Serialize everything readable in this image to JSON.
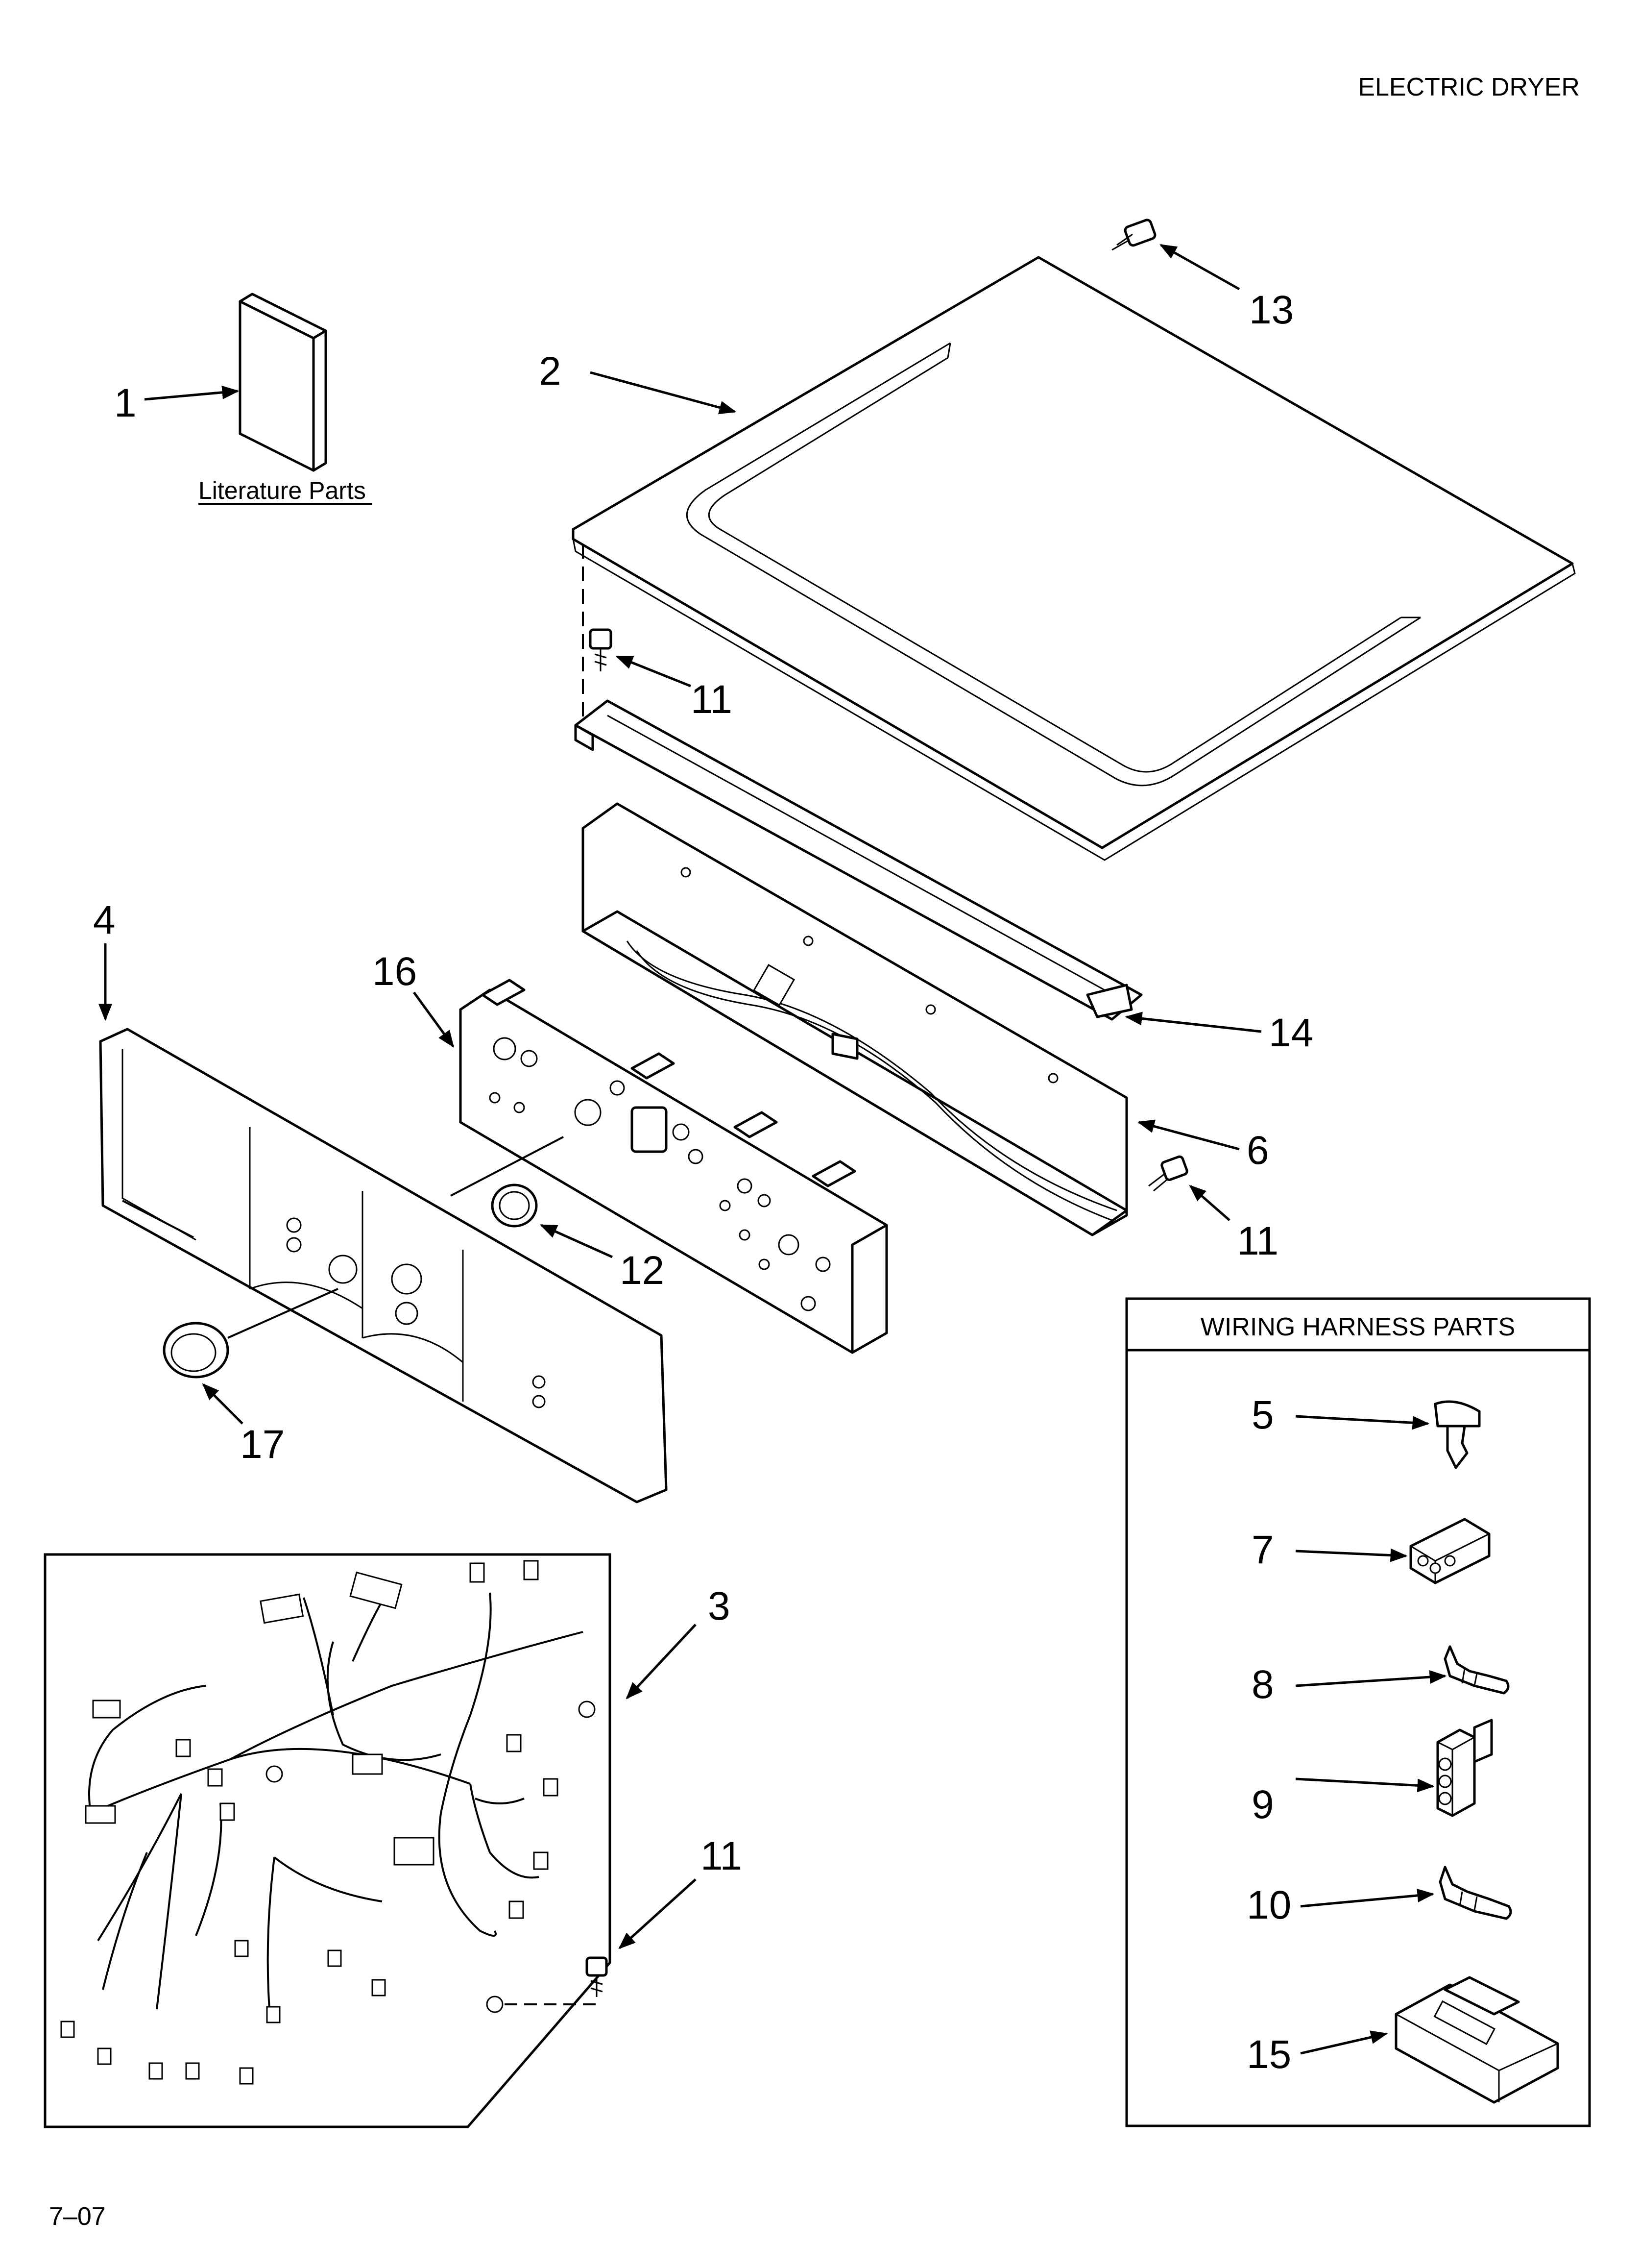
{
  "header": {
    "title": "ELECTRIC DRYER"
  },
  "literature": {
    "label": "Literature Parts"
  },
  "wiring_box": {
    "title": "WIRING HARNESS PARTS"
  },
  "footer": {
    "code": "7–07"
  },
  "callouts": {
    "c1": "1",
    "c2": "2",
    "c3": "3",
    "c4": "4",
    "c5": "5",
    "c6": "6",
    "c7": "7",
    "c8": "8",
    "c9": "9",
    "c10": "10",
    "c11a": "11",
    "c11b": "11",
    "c11c": "11",
    "c12": "12",
    "c13": "13",
    "c14": "14",
    "c15": "15",
    "c16": "16",
    "c17": "17"
  }
}
